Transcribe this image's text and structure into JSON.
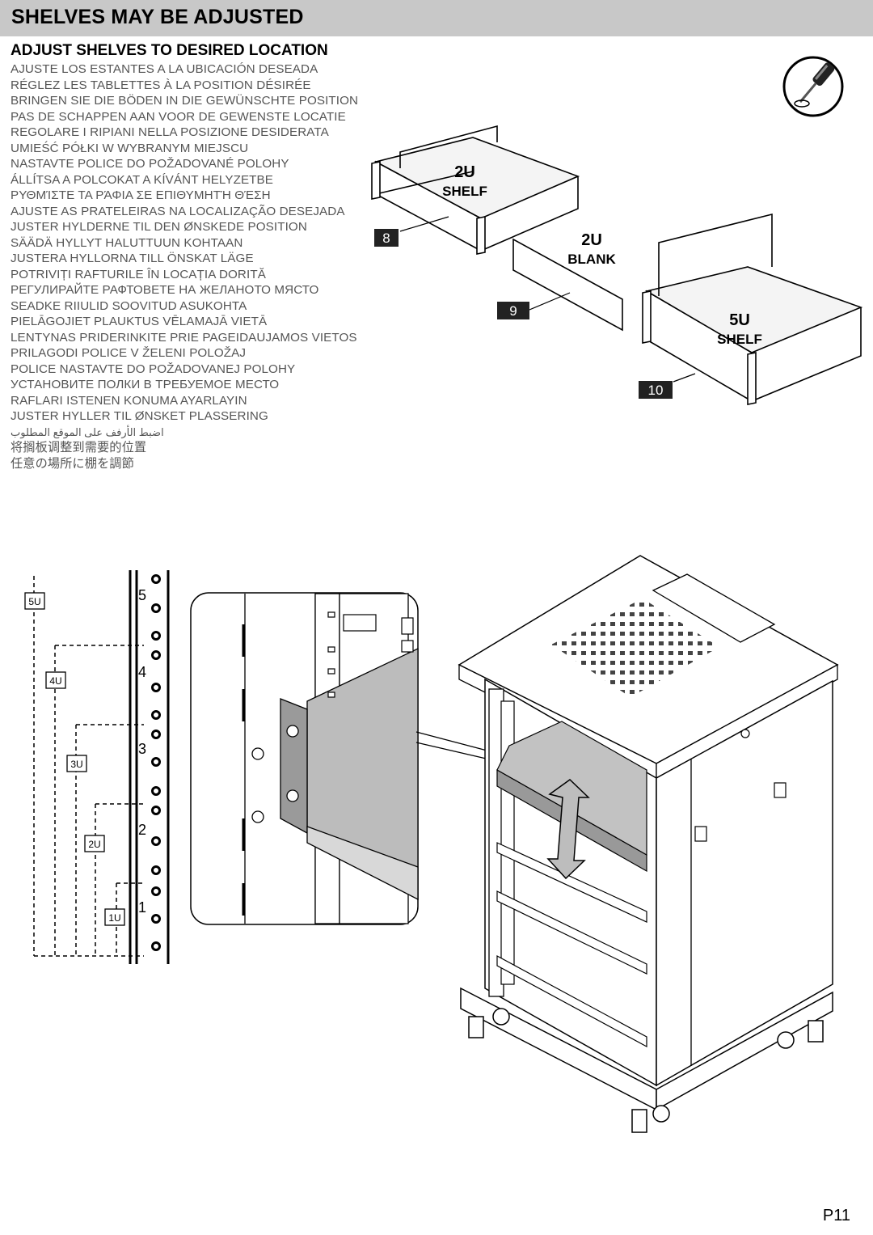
{
  "header": {
    "title": "SHELVES MAY BE ADJUSTED"
  },
  "subheading": "ADJUST SHELVES TO DESIRED LOCATION",
  "translations": [
    "AJUSTE LOS ESTANTES A LA UBICACIÓN DESEADA",
    "RÉGLEZ LES TABLETTES À LA POSITION DÉSIRÉE",
    "BRINGEN SIE DIE BÖDEN IN DIE GEWÜNSCHTE POSITION",
    "PAS DE SCHAPPEN AAN VOOR DE GEWENSTE LOCATIE",
    "REGOLARE I RIPIANI NELLA POSIZIONE DESIDERATA",
    "UMIEŚĆ PÓŁKI W WYBRANYM MIEJSCU",
    "NASTAVTE POLICE DO POŽADOVANÉ POLOHY",
    "ÁLLÍTSA A POLCOKAT A KÍVÁNT HELYZETBE",
    "ΡΥΘΜΊΣΤΕ ΤΑ ΡΆΦΙΑ ΣΕ ΕΠΙΘΥΜΗΤΉ ΘΈΣΗ",
    "AJUSTE AS PRATELEIRAS NA LOCALIZAÇÃO DESEJADA",
    "JUSTER HYLDERNE TIL DEN ØNSKEDE POSITION",
    "SÄÄDÄ HYLLYT HALUTTUUN KOHTAAN",
    "JUSTERA HYLLORNA TILL ÖNSKAT LÄGE",
    "POTRIVIȚI RAFTURILE ÎN LOCAȚIA DORITĂ",
    "РЕГУЛИРАЙТЕ РАФТОВЕТЕ НА ЖЕЛАНОТО МЯСТО",
    "SEADKE RIIULID SOOVITUD ASUKOHTA",
    "PIELĀGOJIET PLAUKTUS VĒLAMAJĀ VIETĀ",
    "LENTYNAS PRIDERINKITE PRIE PAGEIDAUJAMOS VIETOS",
    "PRILAGODI POLICE V ŽELENI POLOŽAJ",
    "POLICE NASTAVTE DO POŽADOVANEJ POLOHY",
    "УСТАНОВИТЕ ПОЛКИ В ТРЕБУЕМОЕ МЕСТО",
    "RAFLARI ISTENEN KONUMA AYARLAYIN",
    "JUSTER HYLLER TIL ØNSKET PLASSERING",
    "اضبط الأرفف على الموقع المطلوب",
    "将搁板调整到需要的位置",
    "任意の場所に棚を調節"
  ],
  "parts": [
    {
      "number": "8",
      "size": "2U",
      "name": "SHELF"
    },
    {
      "number": "9",
      "size": "2U",
      "name": "BLANK"
    },
    {
      "number": "10",
      "size": "5U",
      "name": "SHELF"
    }
  ],
  "rail_diagram": {
    "unit_labels": [
      "5U",
      "4U",
      "3U",
      "2U",
      "1U"
    ],
    "rail_numbers": [
      "5",
      "4",
      "3",
      "2",
      "1"
    ]
  },
  "icons": [
    "screwdriver-icon"
  ],
  "page_number": "P11"
}
